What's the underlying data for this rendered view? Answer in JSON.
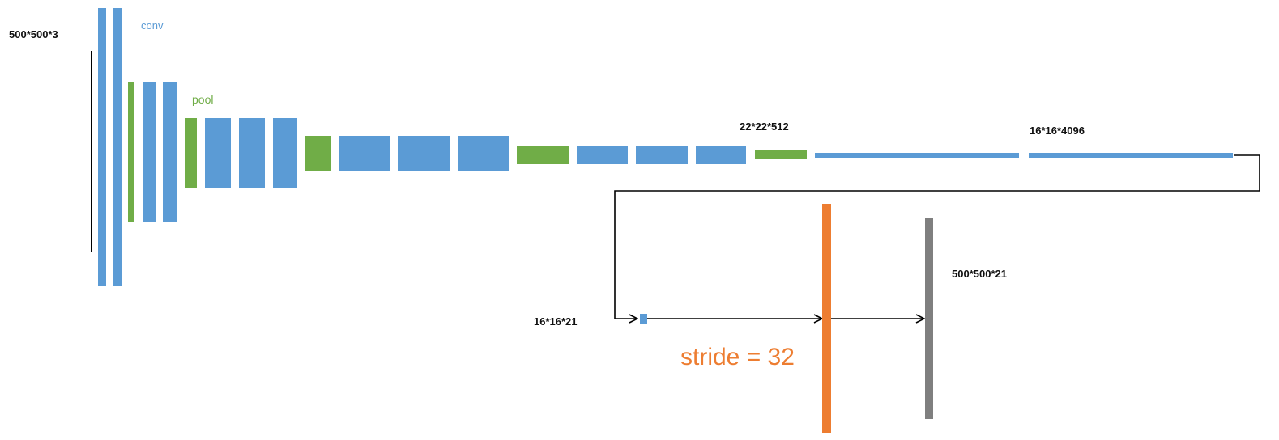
{
  "labels": {
    "input_size": "500*500*3",
    "conv": "conv",
    "pool": "pool",
    "size_22": "22*22*512",
    "size_16_4096": "16*16*4096",
    "size_16_21": "16*16*21",
    "size_500_21": "500*500*21",
    "stride": "stride = 32"
  },
  "colors": {
    "conv": "#5b9bd5",
    "pool": "#70ad47",
    "upsample": "#ed7d31",
    "output": "#7f7f7f",
    "line": "#000000"
  }
}
